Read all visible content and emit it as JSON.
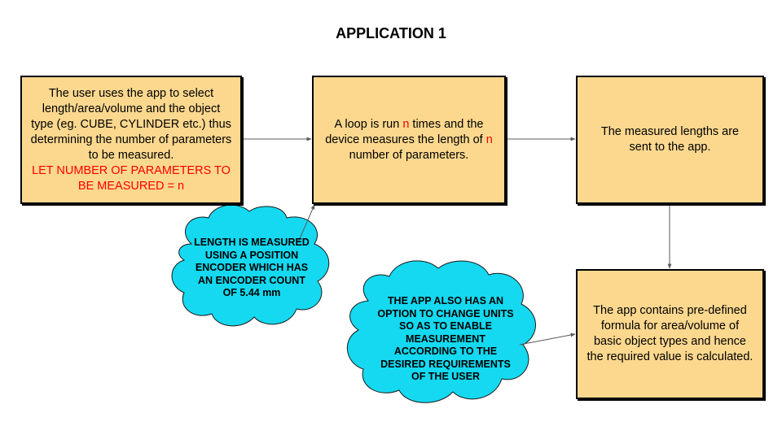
{
  "title": "APPLICATION 1",
  "boxes": {
    "select": {
      "text": "The user uses the app to select length/area/volume and the object type (eg. CUBE, CYLINDER etc.) thus determining the number of parameters to be measured.",
      "highlight": "LET NUMBER OF PARAMETERS TO BE MEASURED = n"
    },
    "loop": {
      "pre": "A loop is run ",
      "n1": "n",
      "mid": " times and the device measures the length of ",
      "n2": "n",
      "post": " number of parameters."
    },
    "sent": {
      "text": "The measured lengths are sent to the app."
    },
    "formula": {
      "text": "The app contains pre-defined formula for area/volume of basic object types and hence the required value is calculated."
    }
  },
  "clouds": {
    "encoder": {
      "text": "LENGTH IS MEASURED USING A POSITION ENCODER WHICH HAS AN ENCODER COUNT OF 5.44 mm"
    },
    "units": {
      "text": "THE APP ALSO HAS AN OPTION TO CHANGE UNITS SO AS TO ENABLE MEASUREMENT ACCORDING TO THE DESIRED REQUIREMENTS OF THE USER"
    }
  },
  "colors": {
    "box_fill": "#fcd88f",
    "cloud_fill": "#14d9f0",
    "highlight": "#ff0000",
    "connector": "#595959"
  }
}
